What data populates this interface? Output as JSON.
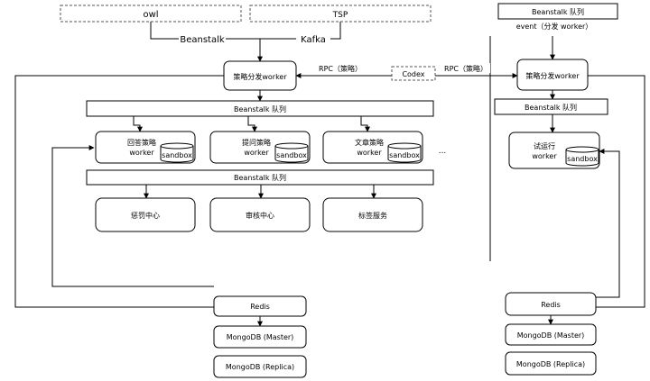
{
  "sources": {
    "owl": "owl",
    "tsp": "TSP",
    "beanstalk": "Beanstalk",
    "kafka": "Kafka"
  },
  "left": {
    "dispatcher": "策略分发worker",
    "queue1": "Beanstalk 队列",
    "workers": [
      {
        "line1": "回答策略",
        "line2": "worker",
        "sandbox": "sandbox"
      },
      {
        "line1": "提问策略",
        "line2": "worker",
        "sandbox": "sandbox"
      },
      {
        "line1": "文章策略",
        "line2": "worker",
        "sandbox": "sandbox"
      }
    ],
    "ellipsis": "...",
    "queue2": "Beanstalk 队列",
    "services": [
      "惩罚中心",
      "审核中心",
      "标签服务"
    ],
    "redis": "Redis",
    "mongo_master": "MongoDB (Master)",
    "mongo_replica": "MongoDB (Replica)"
  },
  "middle": {
    "rpc_left": "RPC（策略）",
    "codex": "Codex",
    "rpc_right": "RPC（策略）"
  },
  "right": {
    "queue_top": "Beanstalk 队列",
    "event_label": "event（分发 worker）",
    "dispatcher": "策略分发worker",
    "queue": "Beanstalk 队列",
    "trial_line1": "试运行",
    "trial_line2": "worker",
    "sandbox": "sandbox",
    "redis": "Redis",
    "mongo_master": "MongoDB (Master)",
    "mongo_replica": "MongoDB (Replica)"
  }
}
